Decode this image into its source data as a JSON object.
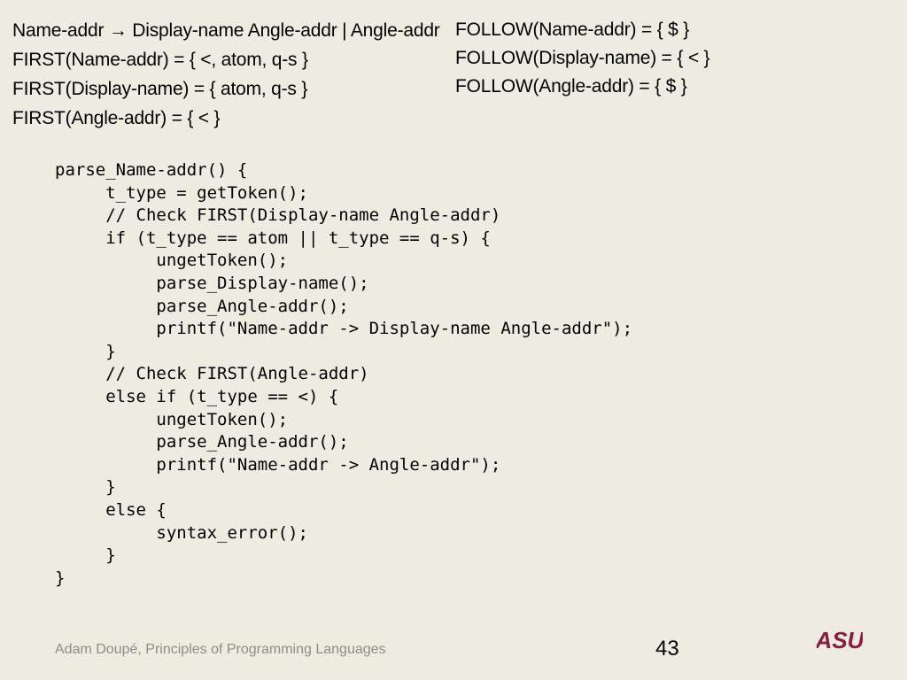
{
  "grammar": {
    "rules": [
      "Name-addr → Display-name Angle-addr | Angle-addr",
      "FIRST(Name-addr) = { <, atom, q-s }",
      "FIRST(Display-name) = { atom, q-s }",
      "FIRST(Angle-addr) = { < }"
    ]
  },
  "follow": [
    "FOLLOW(Name-addr) = { $ }",
    "FOLLOW(Display-name) = { < }",
    "FOLLOW(Angle-addr) = { $ }"
  ],
  "code": {
    "lines": [
      "parse_Name-addr() {",
      "     t_type = getToken();",
      "     // Check FIRST(Display-name Angle-addr)",
      "     if (t_type == atom || t_type == q-s) {",
      "          ungetToken();",
      "          parse_Display-name();",
      "          parse_Angle-addr();",
      "          printf(\"Name-addr -> Display-name Angle-addr\");",
      "     }",
      "     // Check FIRST(Angle-addr)",
      "     else if (t_type == <) {",
      "          ungetToken();",
      "          parse_Angle-addr();",
      "          printf(\"Name-addr -> Angle-addr\");",
      "     }",
      "     else {",
      "          syntax_error();",
      "     }",
      "}"
    ]
  },
  "footer": {
    "author": "Adam Doupé, Principles of Programming Languages",
    "page_number": "43",
    "logo_text": "ASU",
    "logo_color": "#8c1d40"
  }
}
